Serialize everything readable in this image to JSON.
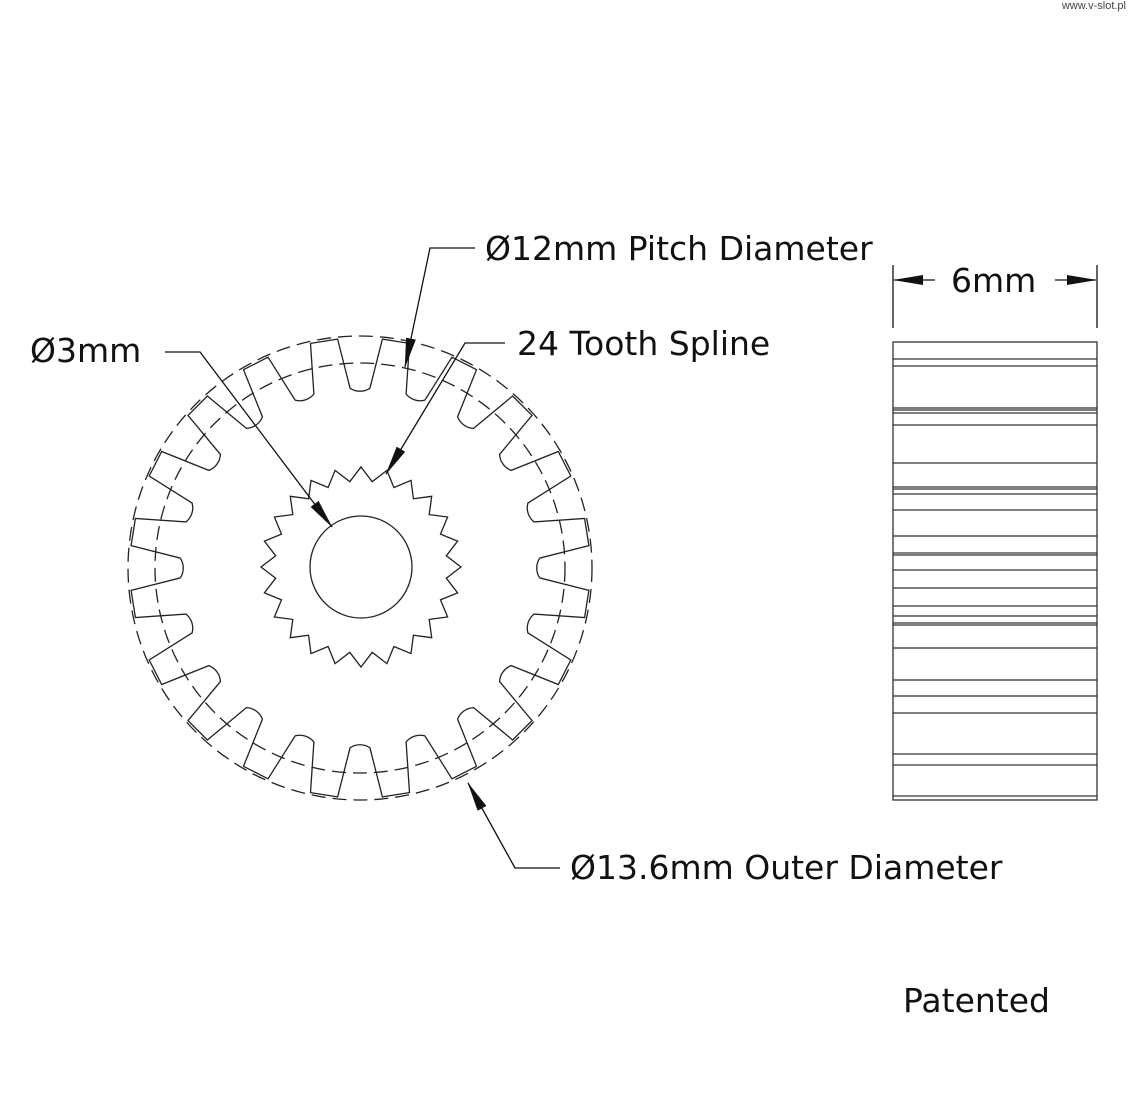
{
  "watermark": "www.v-slot.pl",
  "labels": {
    "pitch_diameter": "Ø12mm Pitch Diameter",
    "spline": "24 Tooth Spline",
    "bore": "Ø3mm",
    "outer_diameter": "Ø13.6mm Outer Diameter",
    "width": "6mm",
    "patented": "Patented"
  },
  "gear": {
    "teeth": 20,
    "spline_teeth": 24,
    "pitch_diameter_mm": 12,
    "outer_diameter_mm": 13.6,
    "bore_mm": 3,
    "width_mm": 6
  },
  "colors": {
    "line": "#222222",
    "background": "#ffffff"
  }
}
